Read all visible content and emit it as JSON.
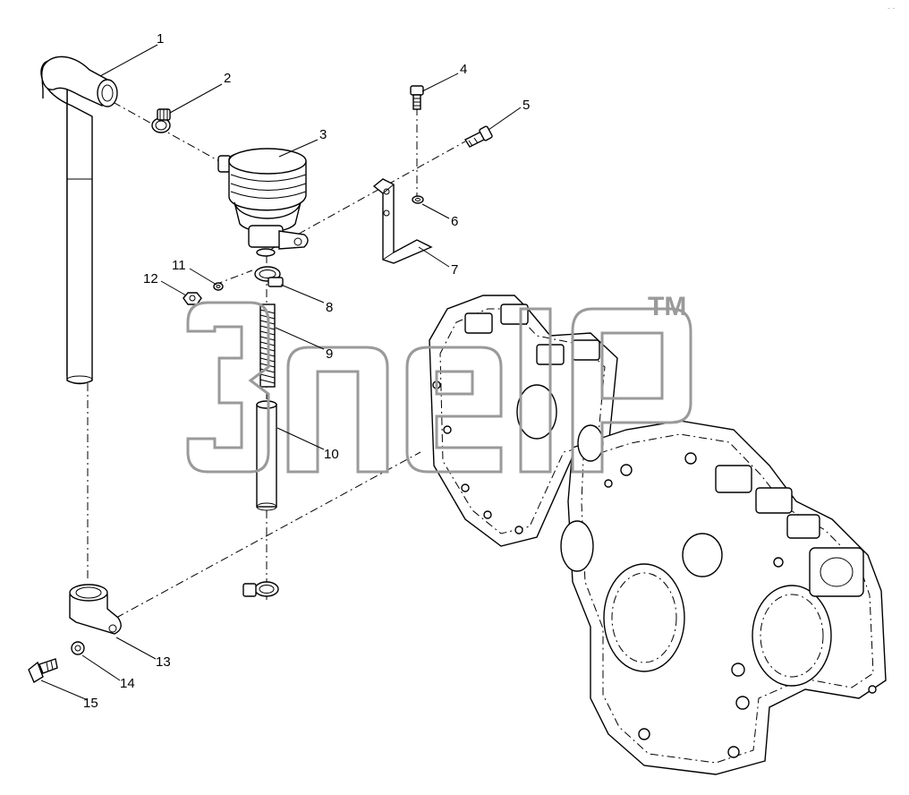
{
  "diagram": {
    "callouts": [
      "1",
      "2",
      "3",
      "4",
      "5",
      "6",
      "7",
      "8",
      "9",
      "10",
      "11",
      "12",
      "13",
      "14",
      "15"
    ],
    "watermark": {
      "trademark": "TM"
    }
  }
}
